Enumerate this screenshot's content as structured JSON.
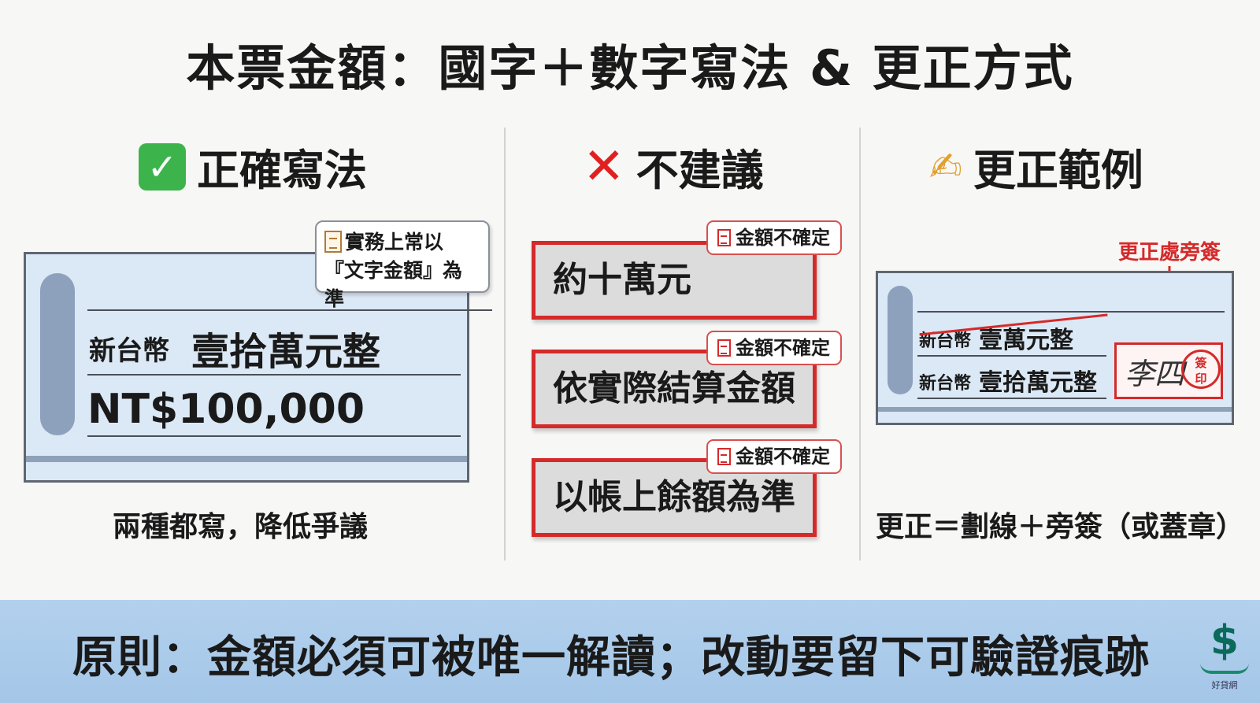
{
  "title": "本票金額：國字＋數字寫法 & 更正方式",
  "columns": {
    "correct": {
      "heading": "正確寫法",
      "icon": "check-icon",
      "note": [
        "實務上常以",
        "『文字金額』為準"
      ],
      "check": {
        "currency_label": "新台幣",
        "amount_words": "壹拾萬元整",
        "amount_number": "NT$100,000"
      },
      "caption": "兩種都寫，降低爭議"
    },
    "not_recommended": {
      "heading": "不建議",
      "icon": "x-icon",
      "items": [
        {
          "text": "約十萬元",
          "tag": "金額不確定"
        },
        {
          "text": "依實際結算金額",
          "tag": "金額不確定"
        },
        {
          "text": "以帳上餘額為準",
          "tag": "金額不確定"
        }
      ]
    },
    "correction": {
      "heading": "更正範例",
      "icon": "writing-hand-icon",
      "arrow_label": "更正處旁簽",
      "check": {
        "row1_label": "新台幣",
        "row1_amount": "壹萬元整",
        "row2_label": "新台幣",
        "row2_amount": "壹拾萬元整",
        "signature": "李四",
        "seal_text": [
          "簽",
          "印"
        ]
      },
      "caption": "更正＝劃線＋旁簽（或蓋章）"
    }
  },
  "footer": {
    "text": "原則：金額必須可被唯一解讀；改動要留下可驗證痕跡",
    "logo_text": "好貸網"
  },
  "colors": {
    "accent_red": "#d42a2a",
    "check_bg": "#dbe8f5",
    "footer_bg": "#a4c6e7",
    "green": "#3cb44b"
  }
}
